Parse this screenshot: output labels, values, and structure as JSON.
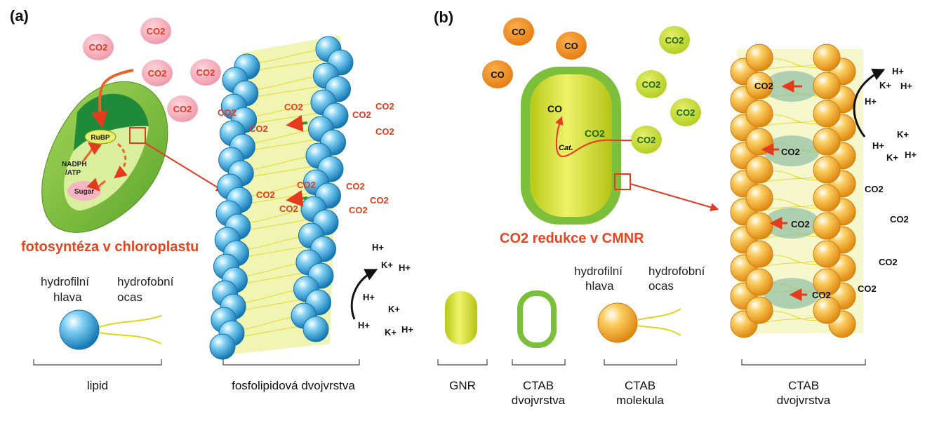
{
  "panel_a": {
    "label": "(a)",
    "co2_gas_label": "CO2",
    "chloroplast": {
      "title": "fotosyntéza v chloroplastu",
      "rubp": "RuBP",
      "nadph": "NADPH",
      "atp": "/ATP",
      "sugar": "Sugar"
    },
    "lipid_legend": {
      "head": [
        "hydrofilní",
        "hlava"
      ],
      "tail": [
        "hydrofobní",
        "ocas"
      ],
      "caption": "lipid"
    },
    "bilayer_caption": "fosfolipidová dvojvrstva",
    "bilayer_co2": "CO2",
    "ions": {
      "h": "H+",
      "k": "K+"
    }
  },
  "panel_b": {
    "label": "(b)",
    "co_label": "CO",
    "co2_label": "CO2",
    "cmnr": {
      "title": "CO2 redukce v CMNR",
      "co": "CO",
      "co2": "CO2",
      "cat": "Cat."
    },
    "legend": {
      "gnr": "GNR",
      "ctab_bilayer": [
        "CTAB",
        "dvojvrstva"
      ],
      "ctab_head": [
        "hydrofilní",
        "hlava"
      ],
      "ctab_tail": [
        "hydrofobní",
        "ocas"
      ],
      "ctab_molecule": [
        "CTAB",
        "molekula"
      ]
    },
    "bilayer_caption": [
      "CTAB",
      "dvojvrstva"
    ],
    "ions": {
      "h": "H+",
      "k": "K+"
    }
  },
  "colors": {
    "co2_red": "#e53a1e",
    "co2_bubble_pink": "#f4a6b4",
    "co_orange": "#f08a1a",
    "co2_green": "#c6d92a",
    "lipid_blue": "#2aa7e0",
    "ctab_orange": "#f3a61d",
    "membrane_yellow": "#e8ee9a",
    "chloroplast_green": "#7cc242",
    "gnr_yellow": "#d4e21f",
    "gnr_green": "#7cbf3a"
  }
}
